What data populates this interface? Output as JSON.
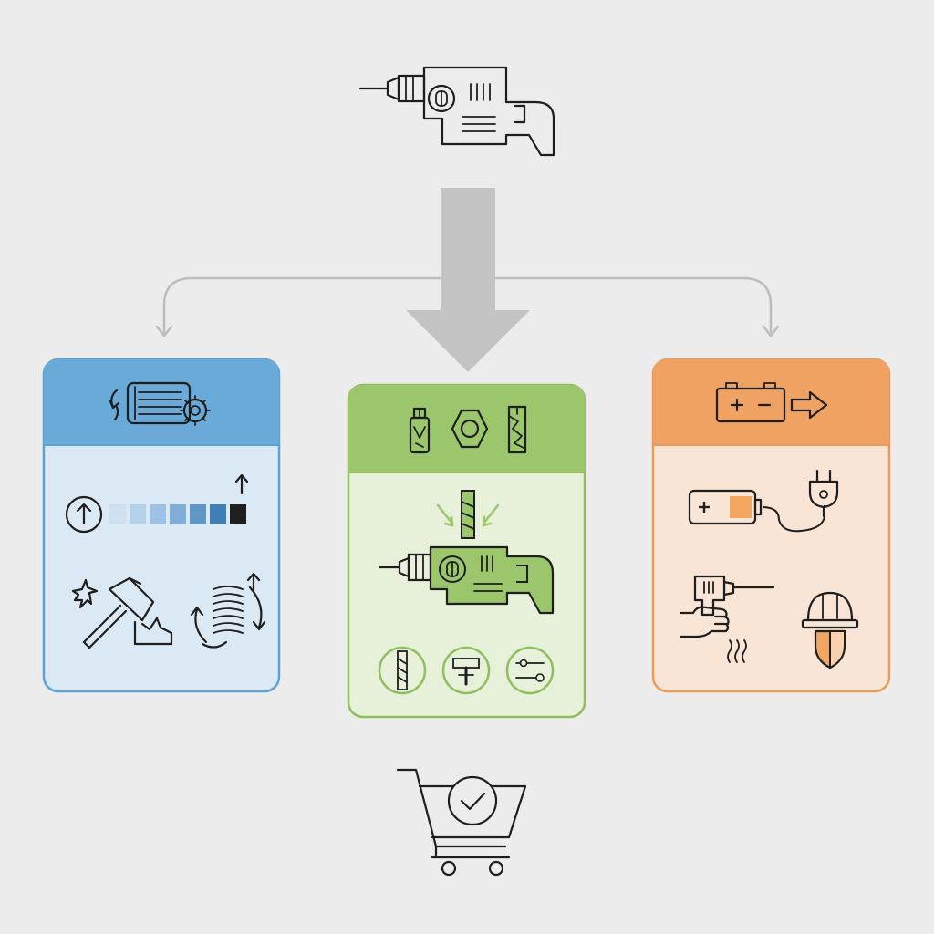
{
  "colors": {
    "background": "#ececec",
    "connector": "#bdbdbd",
    "main_arrow": "#c4c4c4",
    "blue_header": "#6aaad8",
    "blue_border": "#5ea2d5",
    "blue_body": "#dbe9f5",
    "green_header": "#9cc66c",
    "green_border": "#8fbd5f",
    "green_body": "#e7f0d8",
    "green_accent": "#9cc66c",
    "orange_header": "#efa262",
    "orange_border": "#eb9b58",
    "orange_body": "#f8e5d5",
    "orange_accent": "#f1a55e",
    "scale_swatches": [
      "#cfe1f1",
      "#b6d2ea",
      "#9dc2e3",
      "#7fafd8",
      "#5f98c7",
      "#3f7fb5",
      "#1f1f1f"
    ]
  },
  "top": {
    "icon": "power-drill-icon"
  },
  "panels": [
    {
      "id": "motor-performance",
      "theme": "blue",
      "header_icon": "rotating-motor-gear-icon",
      "body_icons": [
        "power-level-up-icon",
        "power-scale-icon",
        "hammer-impact-icon",
        "vibration-rotation-icon"
      ]
    },
    {
      "id": "bits-and-chuck",
      "theme": "green",
      "header_icons": [
        "drill-bit-icon",
        "hex-nut-icon",
        "masonry-bit-icon"
      ],
      "body_icons": [
        "bit-insertion-icon",
        "green-drill-icon"
      ],
      "mode_icons": [
        "drill-mode-icon",
        "hammer-mode-icon",
        "settings-mode-icon"
      ]
    },
    {
      "id": "power-and-safety",
      "theme": "orange",
      "header_icon": "battery-output-icon",
      "body_icons": [
        "battery-charging-icon",
        "power-plug-icon",
        "hand-held-drill-icon",
        "helmet-shield-icon"
      ]
    }
  ],
  "bottom": {
    "icon": "checkout-cart-icon"
  }
}
